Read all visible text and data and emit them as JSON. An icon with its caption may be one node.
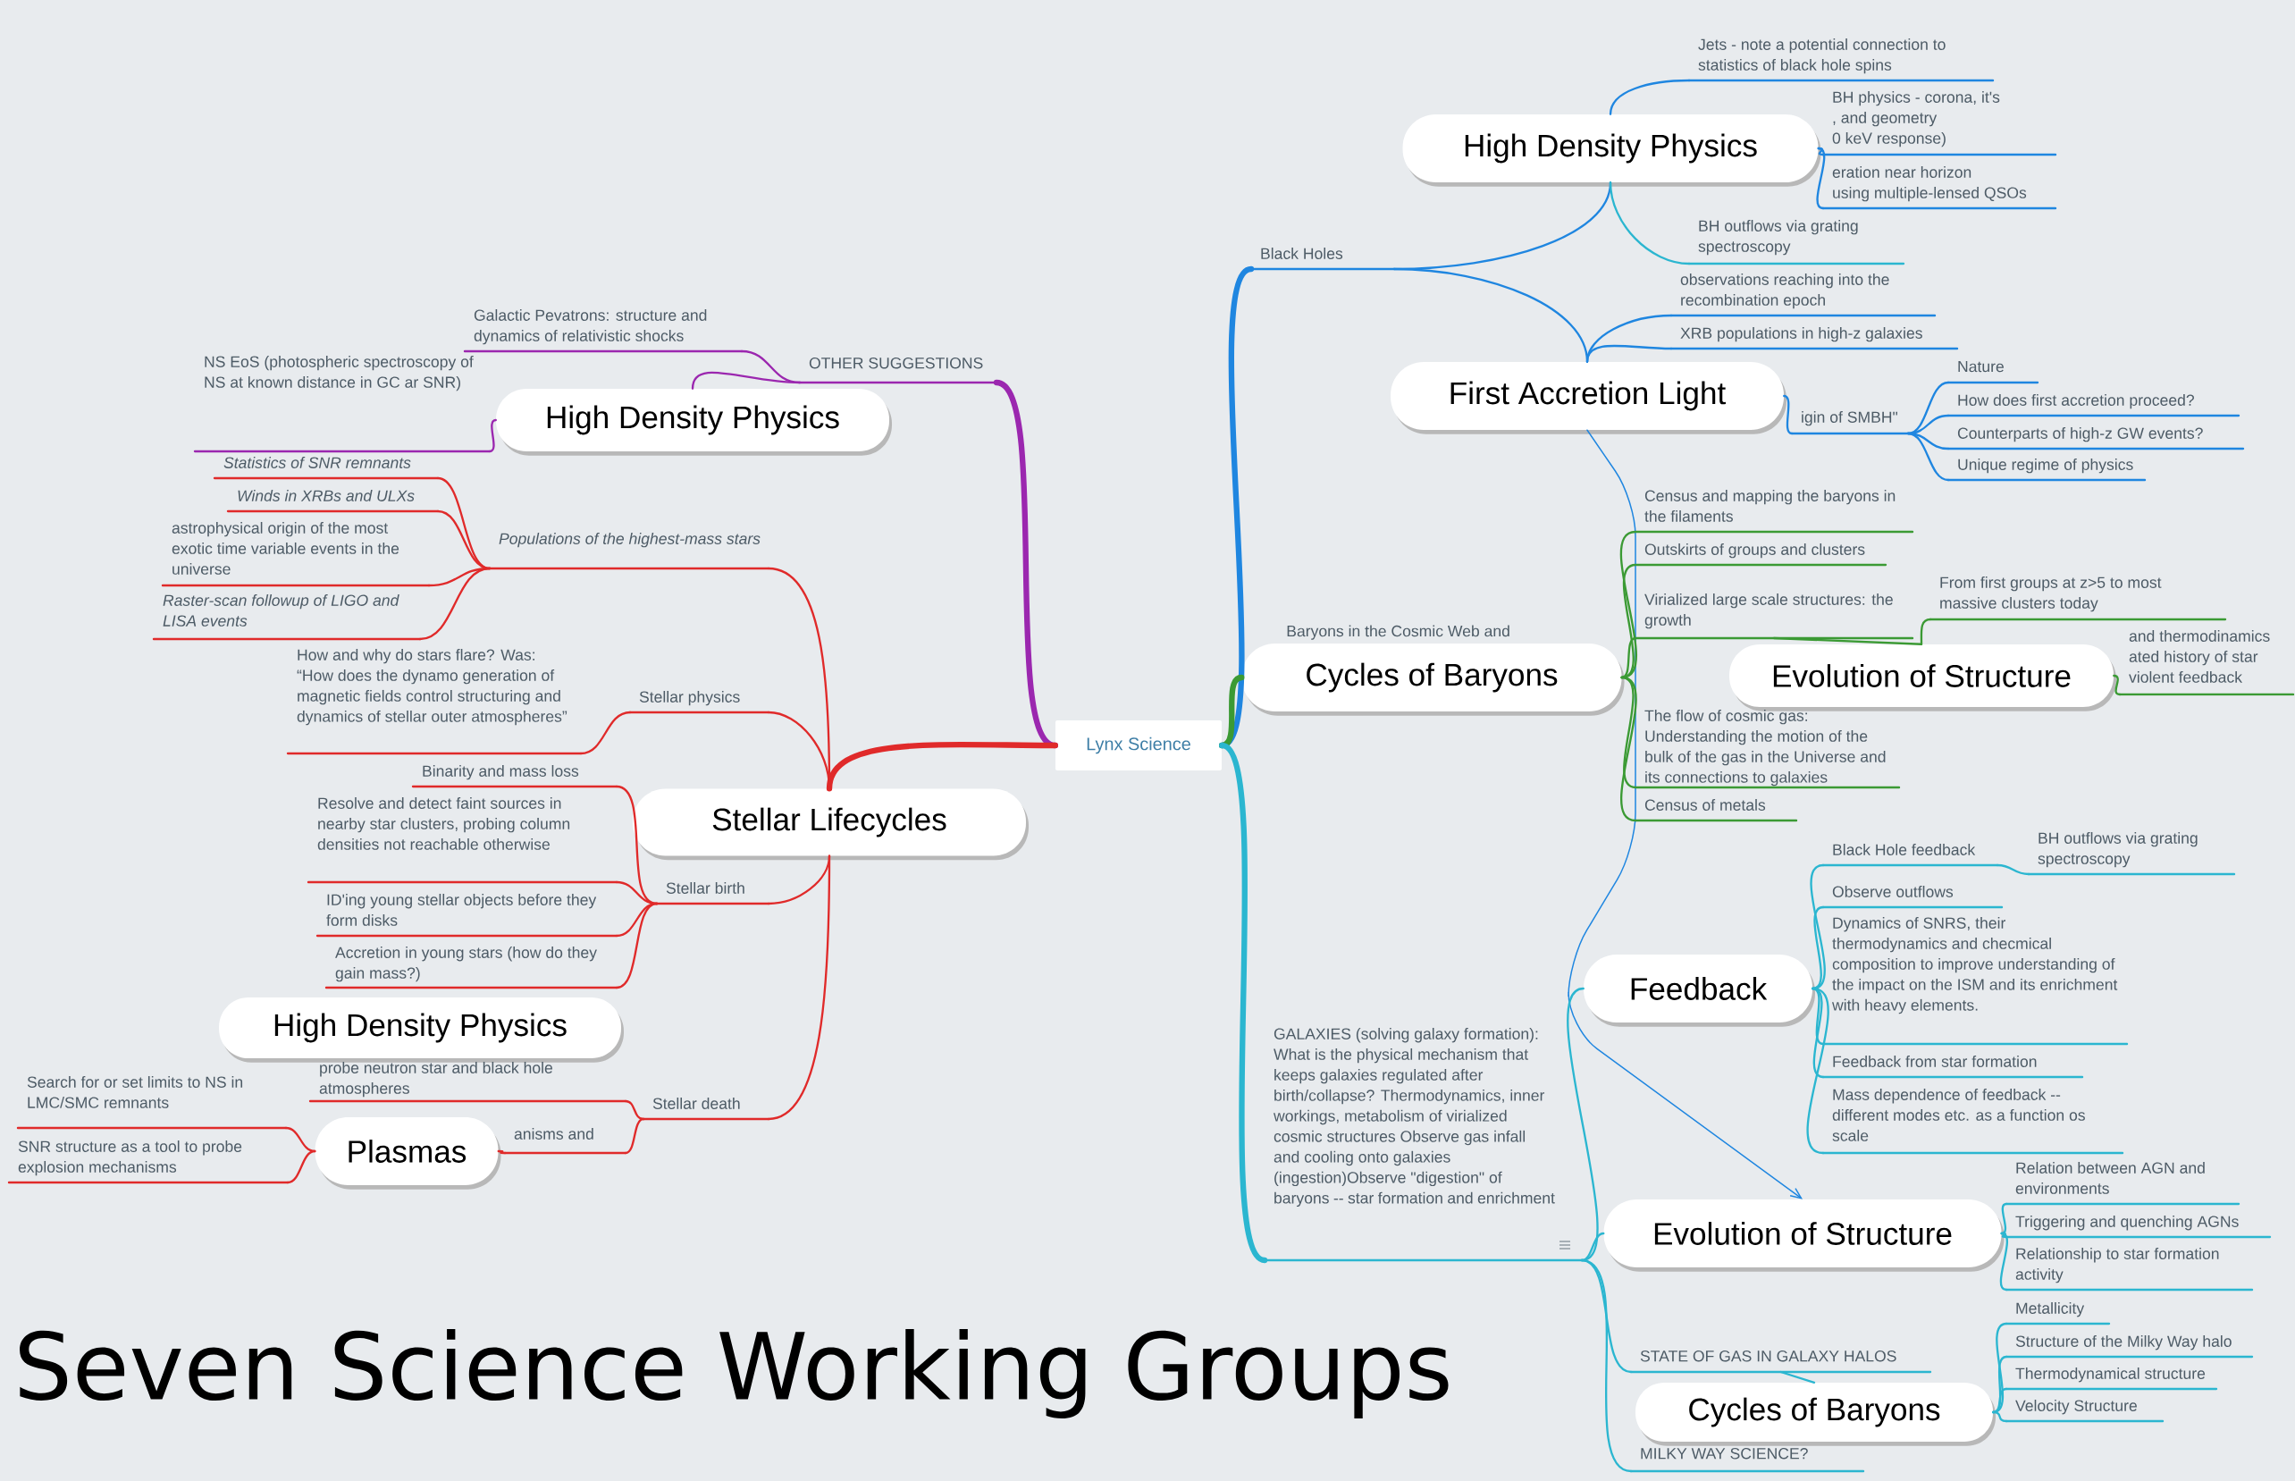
{
  "diagram": {
    "title": "Seven Science Working Groups",
    "nodes": [
      {
        "text": [
          "Lynx Science"
        ]
      },
      {
        "text": [
          "OTHER SUGGESTIONS"
        ]
      },
      {
        "text": [
          "Galactic Pevatrons: structure and dynamics of relativistic shocks"
        ]
      },
      {
        "text": [
          "High Density Physics"
        ]
      },
      {
        "text": [
          "NS EoS (photospheric spectroscopy of NS at known distance in GC ar SNR)"
        ]
      },
      {
        "text": [
          "Stellar Lifecycles"
        ]
      },
      {
        "text": [
          "Populations of the highest-mass stars"
        ]
      },
      {
        "text": [
          "Statistics of SNR remnants"
        ]
      },
      {
        "text": [
          "Winds in XRBs and ULXs"
        ]
      },
      {
        "text": [
          "astrophysical origin of the most exotic time variable events in the universe"
        ]
      },
      {
        "text": [
          "Raster-scan followup of LIGO and LISA events"
        ]
      },
      {
        "text": [
          "Stellar physics"
        ]
      },
      {
        "text": [
          "How and why do stars flare? Was: “How does the dynamo generation of magnetic fields control structuring and dynamics of stellar outer atmospheres”"
        ]
      },
      {
        "text": [
          "Stellar birth"
        ]
      },
      {
        "text": [
          "Binarity and mass loss"
        ]
      },
      {
        "text": [
          "Resolve and detect faint sources in nearby star clusters, probing column densities not reachable otherwise"
        ]
      },
      {
        "text": [
          "ID'ing young stellar objects before they form disks"
        ]
      },
      {
        "text": [
          "Accretion in young stars (how do they gain mass?)"
        ]
      },
      {
        "text": [
          "High Density Physics"
        ]
      },
      {
        "text": [
          "Stellar death"
        ]
      },
      {
        "text": [
          "probe neutron star and black hole atmospheres"
        ]
      },
      {
        "text": [
          "anisms and"
        ]
      },
      {
        "text": [
          "Plasmas"
        ]
      },
      {
        "text": [
          "Search for or set limits to NS in LMC/SMC remnants"
        ]
      },
      {
        "text": [
          "SNR structure as a tool to probe explosion mechanisms"
        ]
      },
      {
        "text": [
          "Black Holes"
        ]
      },
      {
        "text": [
          "High Density Physics"
        ]
      },
      {
        "text": [
          "Jets - note a potential connection to statistics of black hole spins"
        ]
      },
      {
        "text": [
          "BH physics - corona, it's",
          ", and geometry",
          "0 keV response)"
        ]
      },
      {
        "text": [
          "eration near horizon",
          "using multiple-lensed QSOs"
        ]
      },
      {
        "text": [
          "BH outflows via grating spectroscopy"
        ]
      },
      {
        "text": [
          "First Accretion Light"
        ]
      },
      {
        "text": [
          "observations reaching into the recombination epoch"
        ]
      },
      {
        "text": [
          "XRB populations in high-z galaxies"
        ]
      },
      {
        "text": [
          "igin of SMBH\""
        ]
      },
      {
        "text": [
          "Nature"
        ]
      },
      {
        "text": [
          "How does first accretion proceed?"
        ]
      },
      {
        "text": [
          "Counterparts of high-z GW events?"
        ]
      },
      {
        "text": [
          "Unique regime of physics"
        ]
      },
      {
        "text": [
          "Cycles of Baryons"
        ],
        "beside": [
          "Baryons in the Cosmic Web and"
        ]
      },
      {
        "text": [
          "Census and mapping the baryons in the filaments"
        ]
      },
      {
        "text": [
          "Outskirts of groups and clusters"
        ]
      },
      {
        "text": [
          "Virialized large scale structures: the growth"
        ]
      },
      {
        "text": [
          "Evolution of Structure"
        ]
      },
      {
        "text": [
          "From first groups at z>5 to most massive clusters today"
        ]
      },
      {
        "text": [
          "and thermodinamics",
          "ated history of star",
          "violent feedback"
        ]
      },
      {
        "text": [
          "The flow of cosmic gas: Understanding the motion of the bulk of the gas in the Universe and its connections to galaxies"
        ]
      },
      {
        "text": [
          "Census of metals"
        ]
      },
      {
        "text": [
          "GALAXIES (solving galaxy formation): What is the physical mechanism that keeps galaxies regulated after birth/collapse? Thermodynamics, inner workings, metabolism of virialized cosmic structures Observe gas infall and cooling onto galaxies (ingestion)Observe  \"digestion\" of baryons -- star formation and enrichment"
        ]
      },
      {
        "text": [
          "Feedback"
        ]
      },
      {
        "text": [
          "Black Hole feedback"
        ]
      },
      {
        "text": [
          "BH outflows via grating spectroscopy"
        ]
      },
      {
        "text": [
          "Observe outflows"
        ]
      },
      {
        "text": [
          "Dynamics of SNRS, their thermodynamics and checmical composition to improve understanding of the impact on the ISM and its enrichment with heavy elements."
        ]
      },
      {
        "text": [
          "Feedback from star formation"
        ]
      },
      {
        "text": [
          "Mass dependence of feedback -- different modes etc. as a function os scale"
        ]
      },
      {
        "text": [
          "Evolution of Structure"
        ]
      },
      {
        "text": [
          "Relation between AGN and environments"
        ]
      },
      {
        "text": [
          "Triggering and quenching AGNs"
        ]
      },
      {
        "text": [
          "Relationship to star formation activity"
        ]
      },
      {
        "text": [
          "STATE OF GAS IN GALAXY HALOS"
        ]
      },
      {
        "text": [
          "Cycles of Baryons"
        ]
      },
      {
        "text": [
          "Metallicity"
        ]
      },
      {
        "text": [
          "Structure of the Milky Way halo"
        ]
      },
      {
        "text": [
          "Thermodynamical structure"
        ]
      },
      {
        "text": [
          "Velocity Structure"
        ]
      },
      {
        "text": [
          "MILKY WAY SCIENCE?"
        ]
      }
    ],
    "edges": [
      {
        "from": 0,
        "to": 1,
        "arrow": "none",
        "style": "thick",
        "color": "#9b27af"
      },
      {
        "from": 1,
        "to": 2,
        "arrow": "none",
        "color": "#9b27af"
      },
      {
        "from": 1,
        "to": 3,
        "arrow": "none",
        "color": "#9b27af"
      },
      {
        "from": 3,
        "to": 4,
        "arrow": "none",
        "color": "#9b27af"
      },
      {
        "from": 0,
        "to": 5,
        "arrow": "none",
        "style": "thick",
        "color": "#e02a2a"
      },
      {
        "from": 5,
        "to": 6,
        "arrow": "none",
        "color": "#e02a2a"
      },
      {
        "from": 6,
        "to": 7,
        "arrow": "none",
        "color": "#e02a2a"
      },
      {
        "from": 6,
        "to": 8,
        "arrow": "none",
        "color": "#e02a2a"
      },
      {
        "from": 6,
        "to": 9,
        "arrow": "none",
        "color": "#e02a2a"
      },
      {
        "from": 6,
        "to": 10,
        "arrow": "none",
        "color": "#e02a2a"
      },
      {
        "from": 5,
        "to": 11,
        "arrow": "none",
        "color": "#e02a2a"
      },
      {
        "from": 11,
        "to": 12,
        "arrow": "none",
        "color": "#e02a2a"
      },
      {
        "from": 5,
        "to": 13,
        "arrow": "none",
        "color": "#e02a2a"
      },
      {
        "from": 13,
        "to": 14,
        "arrow": "none",
        "color": "#e02a2a"
      },
      {
        "from": 13,
        "to": 15,
        "arrow": "none",
        "color": "#e02a2a"
      },
      {
        "from": 13,
        "to": 16,
        "arrow": "none",
        "color": "#e02a2a"
      },
      {
        "from": 13,
        "to": 17,
        "arrow": "none",
        "color": "#e02a2a"
      },
      {
        "from": 5,
        "to": 19,
        "arrow": "none",
        "color": "#e02a2a"
      },
      {
        "from": 19,
        "to": 20,
        "arrow": "none",
        "color": "#e02a2a"
      },
      {
        "from": 19,
        "to": 21,
        "arrow": "none",
        "color": "#e02a2a"
      },
      {
        "from": 21,
        "to": 22,
        "arrow": "none",
        "color": "#e02a2a"
      },
      {
        "from": 22,
        "to": 23,
        "arrow": "none",
        "color": "#e02a2a"
      },
      {
        "from": 22,
        "to": 24,
        "arrow": "none",
        "color": "#e02a2a"
      },
      {
        "from": 0,
        "to": 25,
        "arrow": "none",
        "style": "thick",
        "color": "#1f86e0"
      },
      {
        "from": 25,
        "to": 26,
        "arrow": "none",
        "color": "#1f86e0"
      },
      {
        "from": 26,
        "to": 27,
        "arrow": "none",
        "color": "#1f86e0"
      },
      {
        "from": 26,
        "to": 28,
        "arrow": "none",
        "color": "#1f86e0"
      },
      {
        "from": 26,
        "to": 29,
        "arrow": "none",
        "color": "#1f86e0"
      },
      {
        "from": 26,
        "to": 30,
        "arrow": "none",
        "color": "#2bb6d0"
      },
      {
        "from": 25,
        "to": 31,
        "arrow": "none",
        "color": "#1f86e0"
      },
      {
        "from": 31,
        "to": 32,
        "arrow": "none",
        "color": "#1f86e0"
      },
      {
        "from": 31,
        "to": 33,
        "arrow": "none",
        "color": "#1f86e0"
      },
      {
        "from": 31,
        "to": 34,
        "arrow": "none",
        "color": "#1f86e0"
      },
      {
        "from": 34,
        "to": 35,
        "arrow": "none",
        "color": "#1f86e0"
      },
      {
        "from": 34,
        "to": 36,
        "arrow": "none",
        "color": "#1f86e0"
      },
      {
        "from": 34,
        "to": 37,
        "arrow": "none",
        "color": "#1f86e0"
      },
      {
        "from": 34,
        "to": 38,
        "arrow": "none",
        "color": "#1f86e0"
      },
      {
        "from": 31,
        "to": 56,
        "arrow": "to",
        "color": "#1f86e0"
      },
      {
        "from": 0,
        "to": 39,
        "arrow": "none",
        "style": "thick",
        "color": "#3b9a34"
      },
      {
        "from": 39,
        "to": 40,
        "arrow": "none",
        "color": "#3b9a34"
      },
      {
        "from": 39,
        "to": 41,
        "arrow": "none",
        "color": "#3b9a34"
      },
      {
        "from": 39,
        "to": 42,
        "arrow": "none",
        "color": "#3b9a34"
      },
      {
        "from": 39,
        "to": 46,
        "arrow": "none",
        "color": "#3b9a34"
      },
      {
        "from": 39,
        "to": 47,
        "arrow": "none",
        "color": "#3b9a34"
      },
      {
        "from": 42,
        "to": 43,
        "arrow": "none",
        "color": "#3b9a34"
      },
      {
        "from": 43,
        "to": 44,
        "arrow": "none",
        "color": "#3b9a34"
      },
      {
        "from": 43,
        "to": 45,
        "arrow": "none",
        "color": "#3b9a34"
      },
      {
        "from": 0,
        "to": 48,
        "arrow": "none",
        "style": "thick",
        "color": "#2bb6d0"
      },
      {
        "from": 48,
        "to": 49,
        "arrow": "none",
        "color": "#2bb6d0"
      },
      {
        "from": 49,
        "to": 50,
        "arrow": "none",
        "color": "#2bb6d0"
      },
      {
        "from": 50,
        "to": 51,
        "arrow": "none",
        "color": "#2bb6d0"
      },
      {
        "from": 49,
        "to": 52,
        "arrow": "none",
        "color": "#2bb6d0"
      },
      {
        "from": 49,
        "to": 53,
        "arrow": "none",
        "color": "#2bb6d0"
      },
      {
        "from": 49,
        "to": 54,
        "arrow": "none",
        "color": "#2bb6d0"
      },
      {
        "from": 49,
        "to": 55,
        "arrow": "none",
        "color": "#2bb6d0"
      },
      {
        "from": 48,
        "to": 56,
        "arrow": "none",
        "color": "#2bb6d0"
      },
      {
        "from": 56,
        "to": 57,
        "arrow": "none",
        "color": "#2bb6d0"
      },
      {
        "from": 56,
        "to": 58,
        "arrow": "none",
        "color": "#2bb6d0"
      },
      {
        "from": 56,
        "to": 59,
        "arrow": "none",
        "color": "#2bb6d0"
      },
      {
        "from": 48,
        "to": 60,
        "arrow": "none",
        "color": "#2bb6d0"
      },
      {
        "from": 60,
        "to": 61,
        "arrow": "none",
        "color": "#2bb6d0"
      },
      {
        "from": 61,
        "to": 62,
        "arrow": "none",
        "color": "#2bb6d0"
      },
      {
        "from": 61,
        "to": 63,
        "arrow": "none",
        "color": "#2bb6d0"
      },
      {
        "from": 61,
        "to": 64,
        "arrow": "none",
        "color": "#2bb6d0"
      },
      {
        "from": 61,
        "to": 65,
        "arrow": "none",
        "color": "#2bb6d0"
      },
      {
        "from": 48,
        "to": 66,
        "arrow": "none",
        "color": "#2bb6d0"
      }
    ]
  }
}
